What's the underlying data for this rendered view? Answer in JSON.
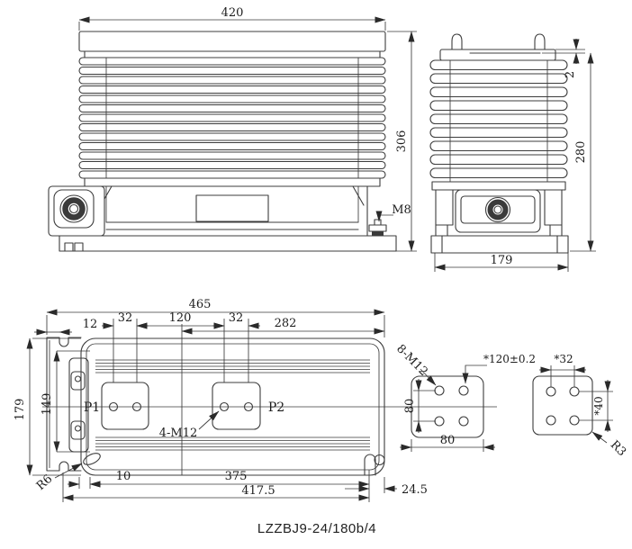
{
  "title": "LZZBJ9-24/180b/4",
  "front_view": {
    "dim_width": "420",
    "dim_height": "306",
    "bolt_label": "M8"
  },
  "side_view": {
    "dim_plate": "2",
    "dim_height": "280",
    "dim_width": "179"
  },
  "plan_view": {
    "dim_overall": "465",
    "dim_flange": "12",
    "dim_p1_pitch": "32",
    "dim_span": "120",
    "dim_p2_pitch": "32",
    "dim_right": "282",
    "dim_height": "179",
    "dim_inner": "149",
    "r_corner": "R6",
    "dim_slot": "10",
    "dim_slot_span": "375",
    "dim_base": "417.5",
    "dim_edge": "24.5",
    "p1": "P1",
    "p2": "P2",
    "holes": "4-M12"
  },
  "pattern1": {
    "holes": "8-M12",
    "dim_w": "80",
    "dim_h": "80"
  },
  "pattern2": {
    "pitch": "*120±0.2",
    "dim_x": "*32",
    "dim_y": "*40",
    "r_corner": "R3"
  }
}
